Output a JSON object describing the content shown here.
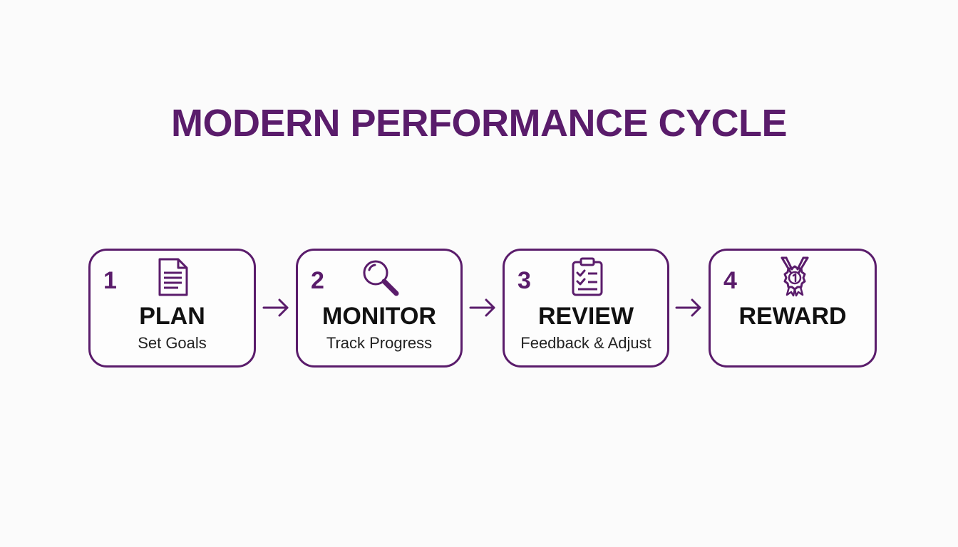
{
  "title": "MODERN PERFORMANCE CYCLE",
  "accent_color": "#5a1c6b",
  "steps": [
    {
      "number": "1",
      "label": "PLAN",
      "subtitle": "Set Goals",
      "icon": "document-icon"
    },
    {
      "number": "2",
      "label": "MONITOR",
      "subtitle": "Track Progress",
      "icon": "magnifier-icon"
    },
    {
      "number": "3",
      "label": "REVIEW",
      "subtitle": "Feedback & Adjust",
      "icon": "clipboard-checklist-icon"
    },
    {
      "number": "4",
      "label": "REWARD",
      "subtitle": "",
      "icon": "award-medal-icon"
    }
  ]
}
